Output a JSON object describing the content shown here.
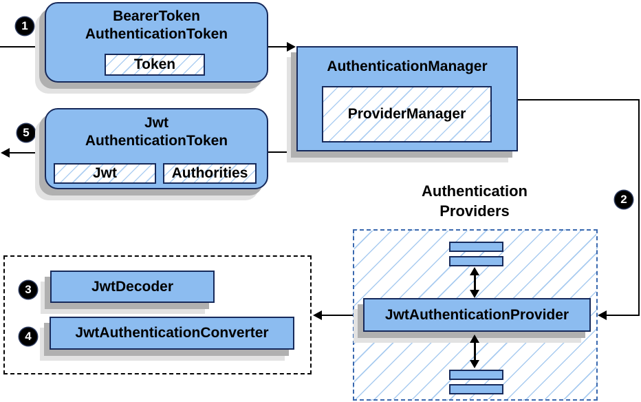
{
  "bearer": {
    "title1": "BearerToken",
    "title2": "AuthenticationToken",
    "chip": "Token"
  },
  "manager": {
    "title": "AuthenticationManager",
    "chip": "ProviderManager"
  },
  "jwt": {
    "title1": "Jwt",
    "title2": "AuthenticationToken",
    "chip_jwt": "Jwt",
    "chip_authorities": "Authorities"
  },
  "converter_group": {
    "decoder": "JwtDecoder",
    "converter": "JwtAuthenticationConverter"
  },
  "providers": {
    "label1": "Authentication",
    "label2": "Providers",
    "provider": "JwtAuthenticationProvider"
  },
  "badges": {
    "step1": "1",
    "step2": "2",
    "step3": "3",
    "step4": "4",
    "step5": "5"
  },
  "colors": {
    "node_fill": "#8cbcf0",
    "node_border": "#16295a",
    "hatch_line": "#aecff2",
    "blue_dash_border": "#3867ae",
    "shadow_dark": "#b0b0b0",
    "shadow_light": "#e2e2e2",
    "connector": "#000000"
  }
}
